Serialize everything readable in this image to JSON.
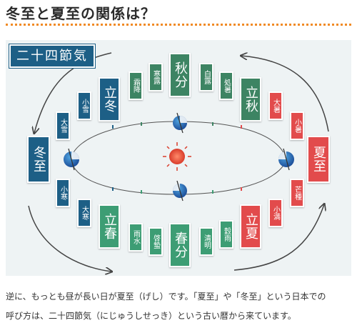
{
  "heading": "冬至と夏至の関係は？",
  "figure": {
    "badge": "二十四節気",
    "terms": {
      "shuubun": "秋分",
      "kanro": "寒露",
      "soukou": "霜降",
      "rittou": "立冬",
      "shousetsu": "小雪",
      "taisetsu": "大雪",
      "touji": "冬至",
      "shoukan": "小寒",
      "daikan": "大寒",
      "risshun": "立春",
      "usui": "雨水",
      "keichitsu": "啓蟄",
      "shunbun": "春分",
      "seimei": "清明",
      "kokuu": "穀雨",
      "rikka": "立夏",
      "shouman": "小満",
      "boushu": "芒種",
      "geshi": "夏至",
      "shousho": "小暑",
      "taisho": "大暑",
      "risshuu": "立秋",
      "shosho": "処暑",
      "hakuro": "白露"
    },
    "colors": {
      "winter": "#1d5f86",
      "autumn": "#3d8463",
      "summer": "#e24b4c",
      "spring": "#3d9d74",
      "arrow": "#444444",
      "orbit_accent": "#f08a24",
      "heading_rule": "#f08a24"
    },
    "icons": [
      "sun-icon",
      "earth-icon"
    ]
  },
  "caption": {
    "line1": "逆に、もっとも昼が長い日が夏至（げし）です。「夏至」や「冬至」という日本での",
    "line2": "呼び方は、二十四節気（にじゅうしせっき）という古い暦から来ています。"
  }
}
